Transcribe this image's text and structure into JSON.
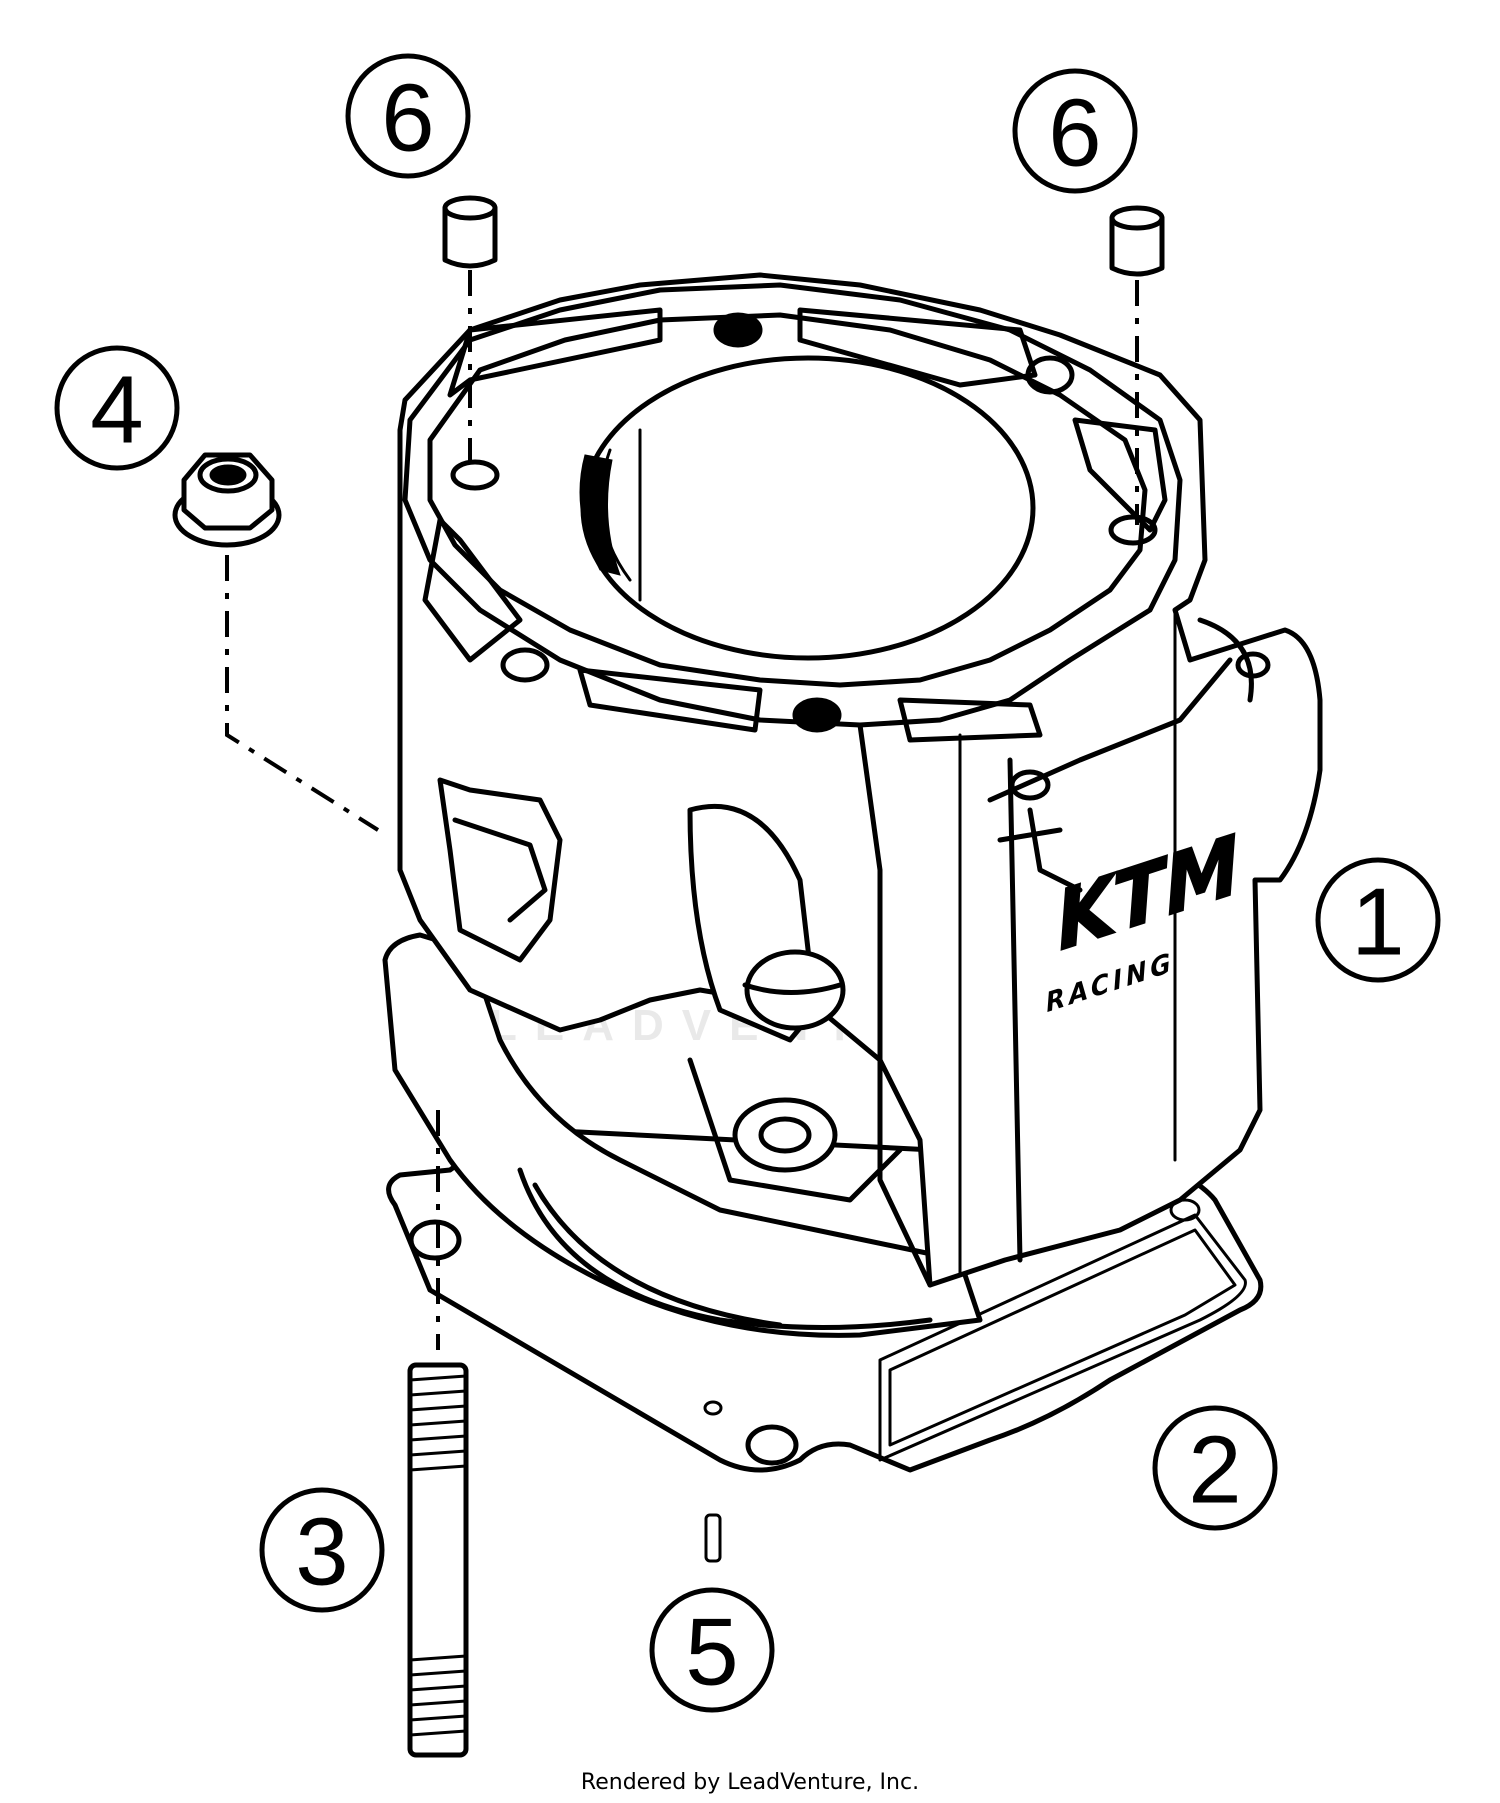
{
  "callouts": [
    {
      "label": "1"
    },
    {
      "label": "2"
    },
    {
      "label": "3"
    },
    {
      "label": "4"
    },
    {
      "label": "5"
    },
    {
      "label": "6"
    },
    {
      "label": "6"
    }
  ],
  "logo": {
    "brand": "KTM",
    "sub": "RACING"
  },
  "watermark": "LEADVENTURE",
  "footer": "Rendered by LeadVenture, Inc."
}
